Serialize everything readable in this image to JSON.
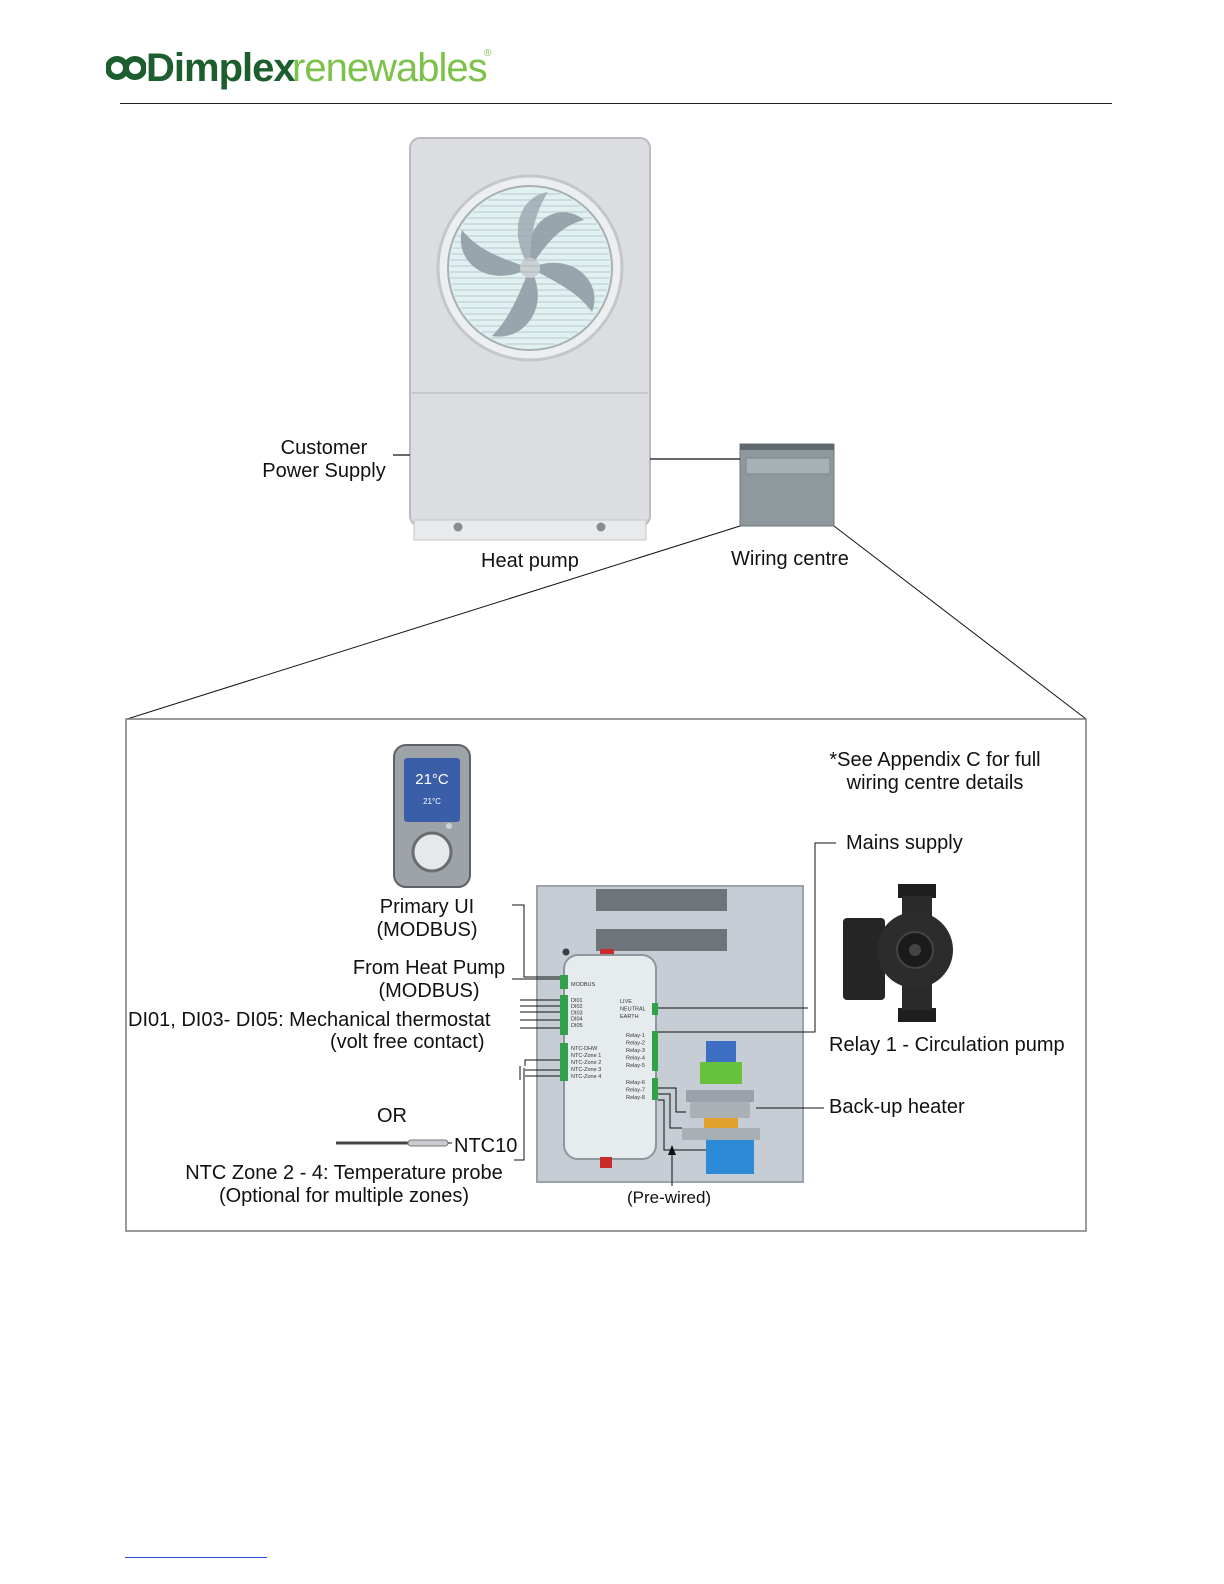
{
  "header": {
    "brand": "Dimplex",
    "brand_suffix": "renewables",
    "registered": "®",
    "colors": {
      "brand_dark": "#1d5e2e",
      "brand_light": "#7cc24a"
    }
  },
  "overview": {
    "customer_power_supply": [
      "Customer",
      "Power Supply"
    ],
    "heat_pump": "Heat pump",
    "wiring_centre": "Wiring centre"
  },
  "detail": {
    "appendix_note": [
      "*See Appendix C for full",
      "wiring centre details"
    ],
    "mains_supply": "Mains supply",
    "primary_ui": [
      "Primary UI",
      "(MODBUS)"
    ],
    "from_heat_pump": [
      "From Heat Pump",
      "(MODBUS)"
    ],
    "thermostat": [
      "DI01, DI03-  DI05: Mechanical thermostat",
      "(volt free contact)"
    ],
    "relay1": "Relay 1 - Circulation pump",
    "or": "OR",
    "ntc10": "NTC10",
    "backup_heater": "Back-up heater",
    "ntc_zone": [
      "NTC Zone 2 - 4: Temperature probe",
      "(Optional for multiple zones)"
    ],
    "pre_wired": "(Pre-wired)",
    "ui_display": {
      "temp_main": "21°C",
      "temp_sub": "21°C"
    },
    "board": {
      "modbus": "MODBUS",
      "di_labels": [
        "DI01",
        "DI02",
        "DI03",
        "DI04",
        "DI05"
      ],
      "power_labels": [
        "LIVE",
        "NEUTRAL",
        "EARTH"
      ],
      "ntc_labels": [
        "NTC-DHW",
        "NTC-Zone 1",
        "NTC-Zone 2",
        "NTC-Zone 3",
        "NTC-Zone 4"
      ],
      "relay_labels_a": [
        "Relay-1",
        "Relay-2",
        "Relay-3",
        "Relay-4",
        "Relay-5"
      ],
      "relay_labels_b": [
        "Relay-6",
        "Relay-7",
        "Relay-8"
      ]
    }
  }
}
